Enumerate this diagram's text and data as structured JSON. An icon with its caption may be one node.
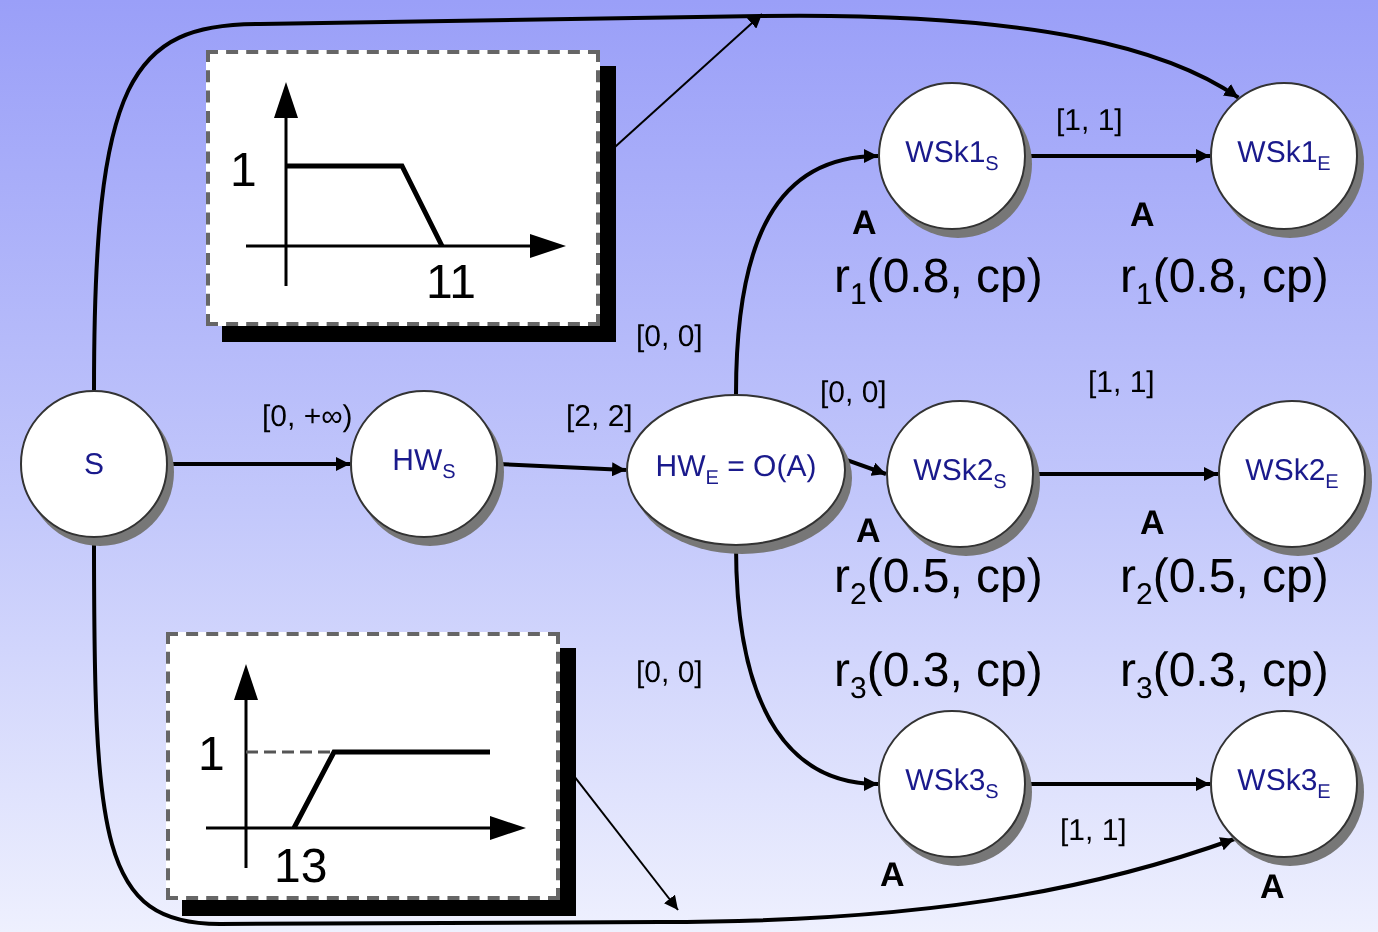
{
  "diagram": {
    "nodes": [
      {
        "text": [
          "1",
          "11"
        ]
      },
      {
        "text": [
          "S"
        ]
      },
      {
        "text": [
          "HW$_{S}$"
        ]
      },
      {
        "text": [
          "HW$_{E}$ = O(A)"
        ]
      },
      {
        "text": [
          "WSk1$_{S}$"
        ],
        "beside": [
          "A",
          "r$_{1}$(0.8, cp)"
        ]
      },
      {
        "text": [
          "WSk1$_{E}$"
        ],
        "beside": [
          "A",
          "r$_{1}$(0.8, cp)"
        ]
      },
      {
        "text": [
          "WSk2$_{S}$"
        ],
        "beside": [
          "A",
          "r$_{2}$(0.5, cp)"
        ]
      },
      {
        "text": [
          "WSk2$_{E}$"
        ],
        "beside": [
          "A",
          "r$_{2}$(0.5, cp)"
        ]
      },
      {
        "text": [
          "WSk3$_{S}$"
        ],
        "beside": [
          "r$_{3}$(0.3, cp)",
          "A"
        ]
      },
      {
        "text": [
          "WSk3$_{E}$"
        ],
        "beside": [
          "r$_{3}$(0.3, cp)",
          "A"
        ]
      },
      {
        "text": [
          "1",
          "13"
        ]
      }
    ],
    "edges": [
      {
        "from": 1,
        "to": 2,
        "arrow": "to",
        "label": "[0, +∞)"
      },
      {
        "from": 2,
        "to": 3,
        "arrow": "to",
        "label": "[2, 2]"
      },
      {
        "from": 3,
        "to": 4,
        "arrow": "to",
        "label": "[0, 0]"
      },
      {
        "from": 3,
        "to": 6,
        "arrow": "to",
        "label": "[0, 0]"
      },
      {
        "from": 3,
        "to": 8,
        "arrow": "to",
        "label": "[0, 0]"
      },
      {
        "from": 4,
        "to": 5,
        "arrow": "to",
        "label": "[1, 1]"
      },
      {
        "from": 6,
        "to": 7,
        "arrow": "to",
        "label": "[1, 1]"
      },
      {
        "from": 8,
        "to": 9,
        "arrow": "to",
        "label": "[1, 1]"
      },
      {
        "from": 1,
        "to": 5,
        "arrow": "to"
      },
      {
        "from": 1,
        "to": 9,
        "arrow": "to"
      },
      {
        "from": 0,
        "to": null,
        "arrow": "to"
      },
      {
        "from": 10,
        "to": null,
        "arrow": "to"
      }
    ]
  }
}
